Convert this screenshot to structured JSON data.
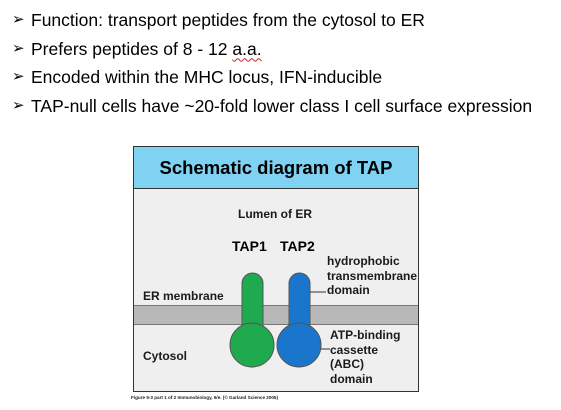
{
  "bullets": [
    {
      "marker": "➢",
      "text": "Function: transport peptides from the cytosol to ER"
    },
    {
      "marker": "➢",
      "text_before": "Prefers peptides of 8 - 12 ",
      "text_spell": "a.a.",
      "text_after": ""
    },
    {
      "marker": "➢",
      "text": "Encoded within the MHC locus, IFN-inducible"
    },
    {
      "marker": "➢",
      "text": "TAP-null cells have ~20-fold lower class I cell surface expression"
    }
  ],
  "diagram": {
    "title": "Schematic diagram of TAP",
    "lumen_label": "Lumen of ER",
    "tap1_label": "TAP1",
    "tap2_label": "TAP2",
    "tm_label": [
      "hydrophobic",
      "transmembrane",
      "domain"
    ],
    "membrane_label": "ER membrane",
    "abc_label": [
      "ATP-binding",
      "cassette",
      "(ABC)",
      "domain"
    ],
    "cytosol_label": "Cytosol",
    "colors": {
      "header": "#7fd2f2",
      "background": "#efefef",
      "membrane": "#b8b8b8",
      "tap1": "#1faa4f",
      "tap2": "#1a76cc"
    }
  },
  "caption": "Figure 5-3 part 1 of 2  Immunobiology, 6/e. (© Garland Science 2005)"
}
